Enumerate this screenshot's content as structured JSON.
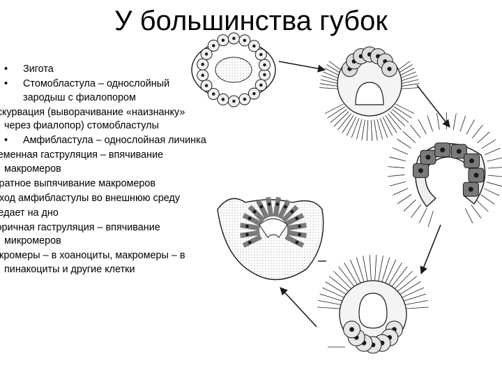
{
  "title": "У большинства губок",
  "stages": [
    {
      "text": "Зигота",
      "bullet": true
    },
    {
      "text": "Стомобластула – однослойный зародыш с фиалопором",
      "bullet": true
    },
    {
      "text": "Экскурвация (выворачивание «наизнанку» через фиалопор) стомобластулы",
      "bullet": false
    },
    {
      "text": "Амфибластула – однослойная личинка",
      "bullet": true
    },
    {
      "text": "Временная гаструляция – впячивание макромеров",
      "bullet": false
    },
    {
      "text": "Обратное выпячивание макромеров",
      "bullet": false
    },
    {
      "text": "Выход амфибластулы во внешнюю среду",
      "bullet": false
    },
    {
      "text": "Оседает на дно",
      "bullet": false
    },
    {
      "text": "Вторичная гаструляция – впячивание микромеров",
      "bullet": false
    },
    {
      "text": "Микромеры – в хоаноциты, макромеры – в пинакоциты и другие клетки",
      "bullet": false
    }
  ],
  "bullet_glyph": "•",
  "colors": {
    "ink": "#1a1a1a",
    "stipple": "#9a9a9a",
    "macromere": "#7a7a7a"
  }
}
